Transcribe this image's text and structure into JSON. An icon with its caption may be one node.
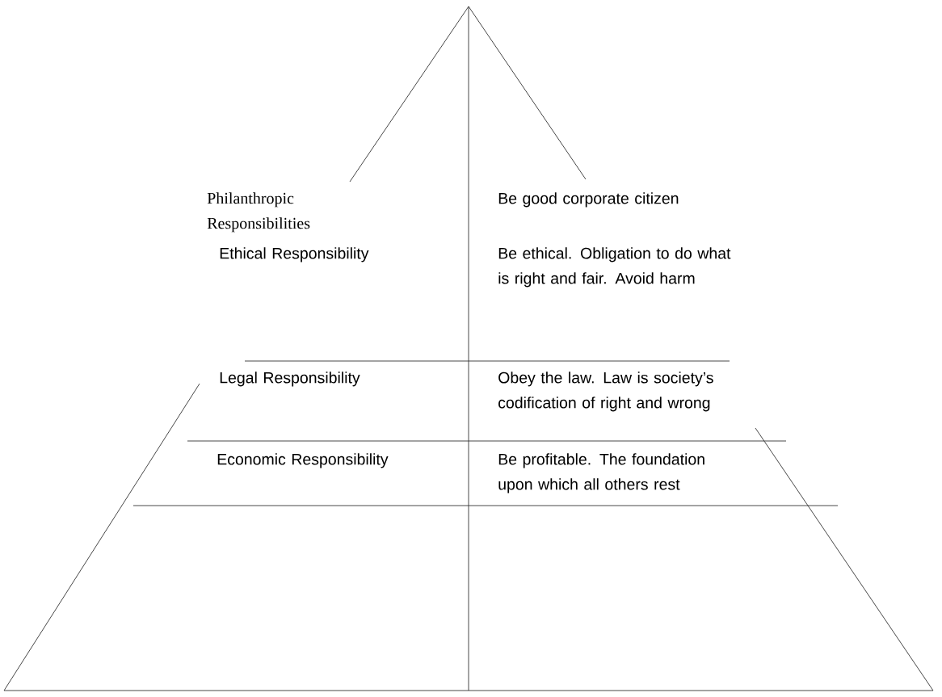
{
  "diagram": {
    "labels": [
      "Philanthropic Responsibilities",
      "Be good corporate citizen",
      "Ethical Responsibility",
      "Be ethical. Obligation to do what is right and fair. Avoid harm",
      "Legal Responsibility",
      "Obey the law. Law is society’s codification of right and wrong",
      "Economic Responsibility",
      "Be profitable. The foundation upon which all others rest"
    ]
  }
}
